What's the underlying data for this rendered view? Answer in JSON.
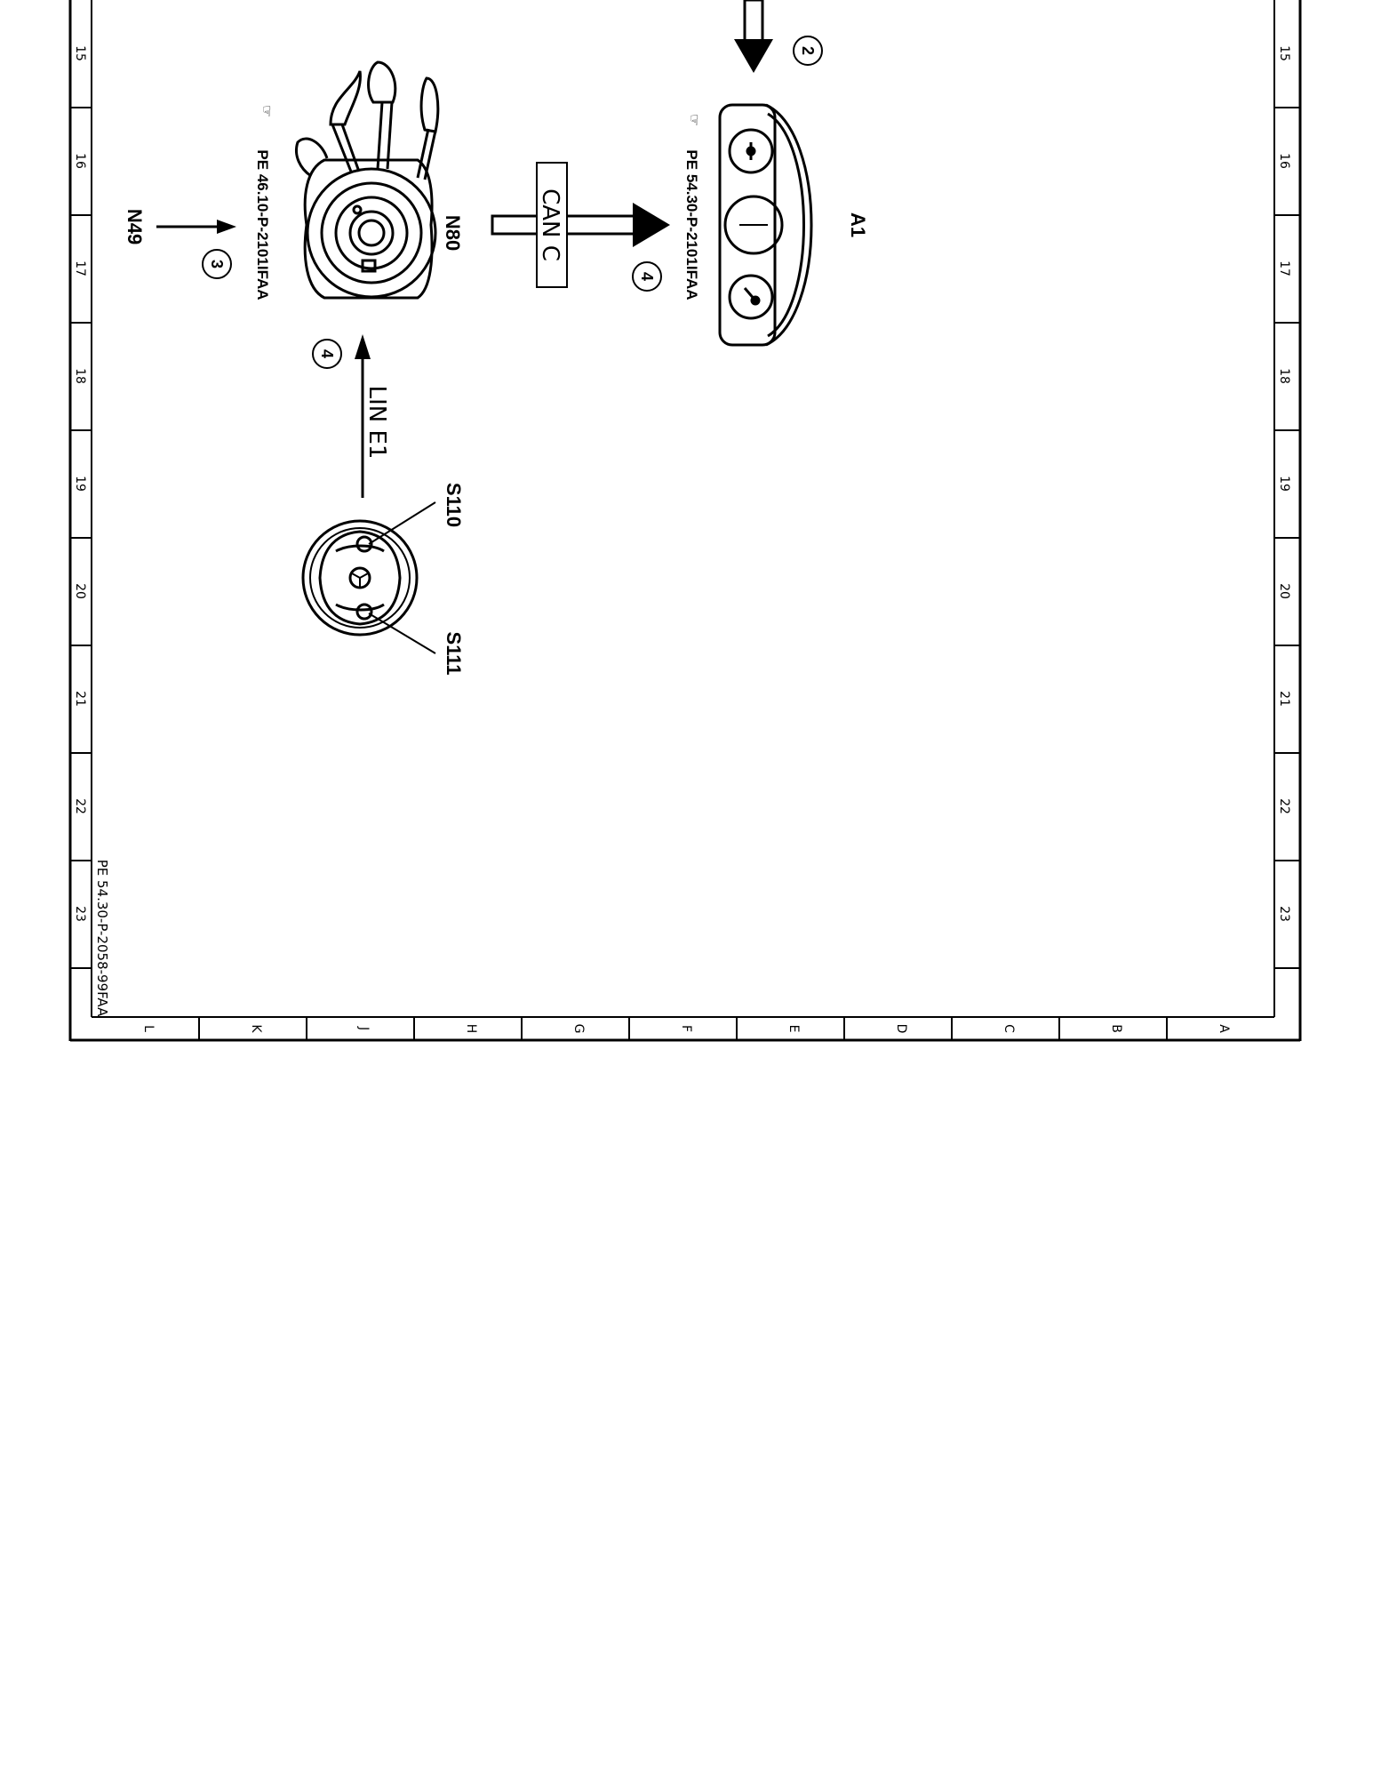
{
  "rows": [
    "15",
    "16",
    "17",
    "18",
    "19",
    "20",
    "21",
    "22",
    "23"
  ],
  "columns": [
    "L",
    "K",
    "J",
    "H",
    "G",
    "F",
    "E",
    "D",
    "C",
    "B",
    "A"
  ],
  "doc_id": "PE 54.30-P-2058-99FAA",
  "components": {
    "n80": "N80",
    "n49": "N49",
    "a1": "A1",
    "s110": "S110",
    "s111": "S111"
  },
  "references": {
    "n80_ref": "PE 46.10-P-2101IFAA",
    "a1_ref": "PE 54.30-P-2101IFAA"
  },
  "signals": {
    "can_c": "CAN C",
    "lin_e1": "LIN E1"
  },
  "markers": {
    "m2": "2",
    "m3": "3",
    "m4a": "4",
    "m4b": "4"
  }
}
